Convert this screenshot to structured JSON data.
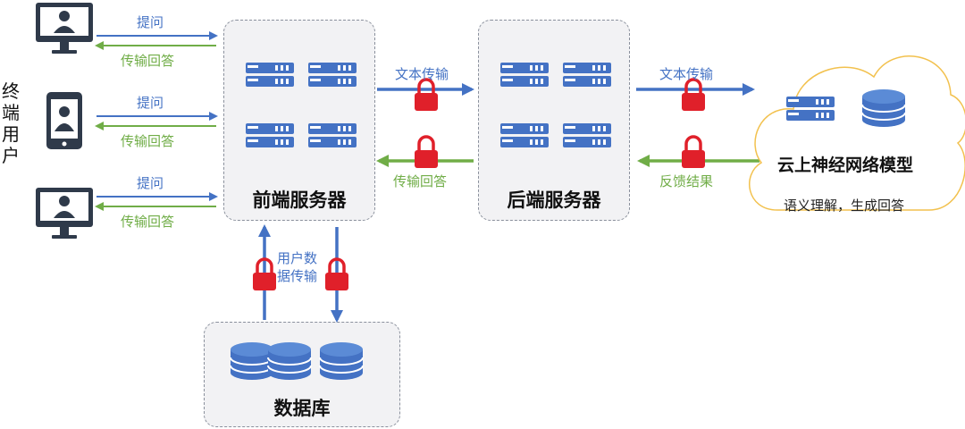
{
  "user_label": "终\n端\n用\n户",
  "users": [
    {
      "device": "desktop",
      "ask": "提问",
      "answer": "传输回答"
    },
    {
      "device": "tablet",
      "ask": "提问",
      "answer": "传输回答"
    },
    {
      "device": "desktop",
      "ask": "提问",
      "answer": "传输回答"
    }
  ],
  "frontend": {
    "title": "前端服务器"
  },
  "backend": {
    "title": "后端服务器"
  },
  "database": {
    "title": "数据库"
  },
  "cloud": {
    "title": "云上神经网络模型",
    "subtitle": "语义理解，生成回答"
  },
  "flows": {
    "front_to_back": "文本传输",
    "back_to_front": "传输回答",
    "back_to_cloud": "文本传输",
    "cloud_to_back": "反馈结果",
    "db_line1": "用户数",
    "db_line2": "据传输"
  },
  "colors": {
    "blue": "#4472c4",
    "green": "#70ad47",
    "lock": "#e0202a",
    "dark": "#2f3a4a",
    "cloud_border": "#f2c14e"
  },
  "icons": [
    "desktop-icon",
    "tablet-icon",
    "server-icon",
    "database-icon",
    "lock-icon",
    "cloud-icon"
  ]
}
